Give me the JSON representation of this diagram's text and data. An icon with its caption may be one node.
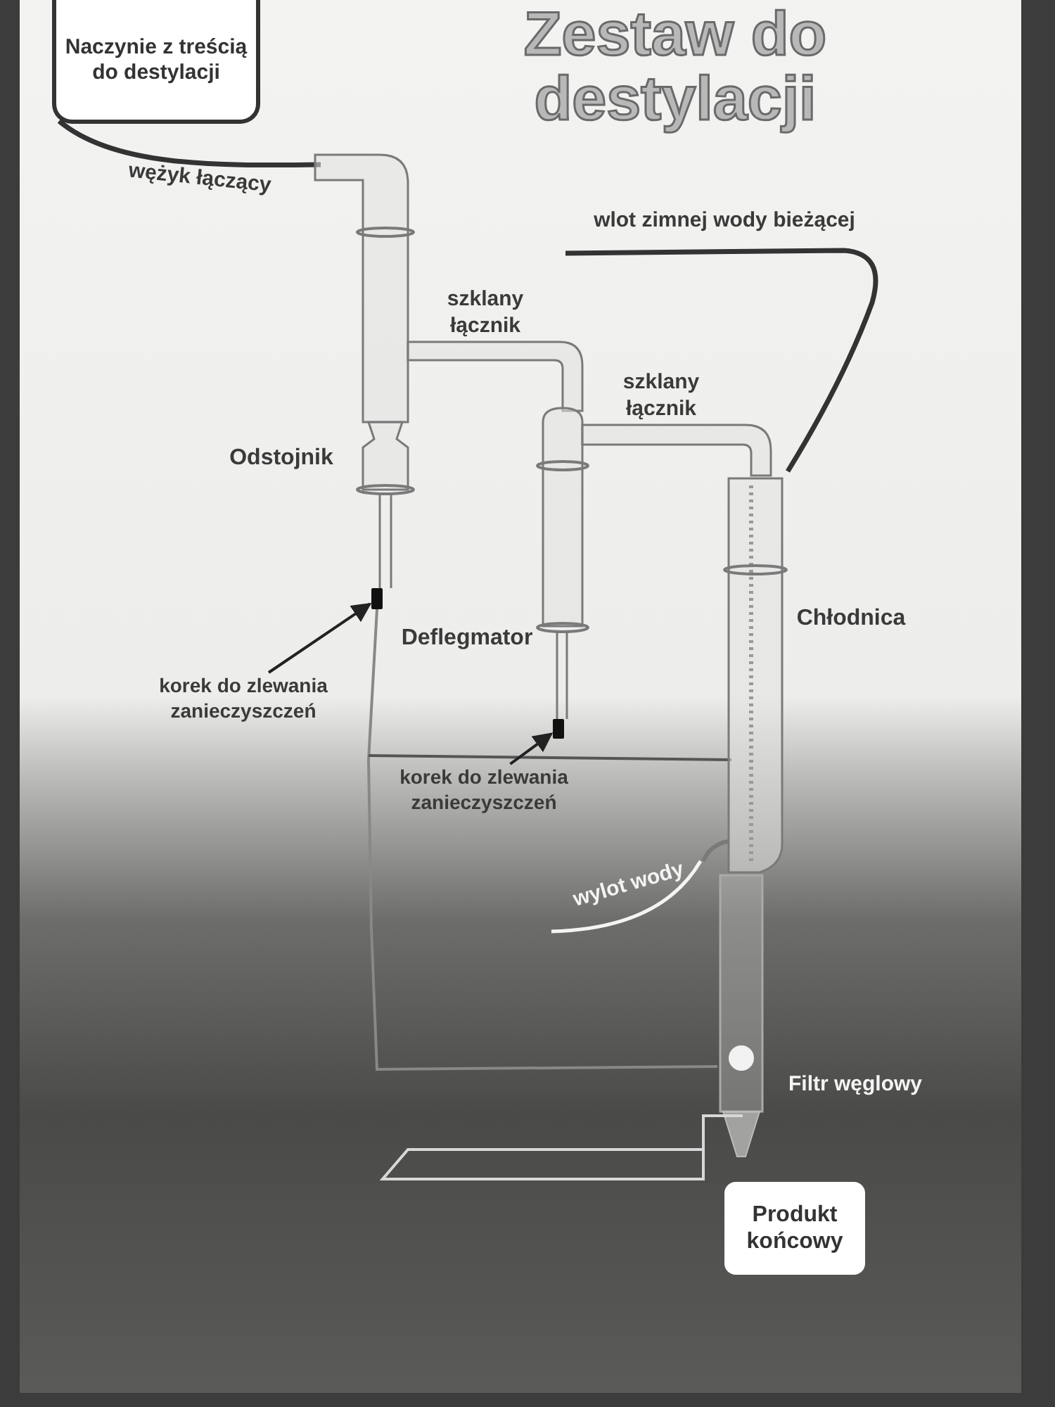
{
  "diagram": {
    "title": "Zestaw do destylacji",
    "nodes": [
      {
        "text": [
          "Naczynie z treścią do destylacji"
        ]
      },
      {
        "text": [
          "korek do zlewania zanieczyszczeń"
        ]
      },
      {
        "text": [],
        "shape": "bar"
      },
      {
        "text": [
          "korek do zlewania zanieczyszczeń"
        ]
      },
      {
        "text": [],
        "shape": "bar"
      },
      {
        "text": [
          "Produkt końcowy"
        ]
      }
    ],
    "edges": [
      {
        "from": 1,
        "to": 2,
        "arrow": "to"
      },
      {
        "from": 3,
        "to": 4,
        "arrow": "to"
      }
    ],
    "labels": [
      "wężyk łączący",
      "wlot zimnej wody bieżącej",
      "szklany łącznik",
      "szklany łącznik",
      "Odstojnik",
      "Deflegmator",
      "Chłodnica",
      "wylot wody",
      "Filtr węglowy"
    ]
  }
}
